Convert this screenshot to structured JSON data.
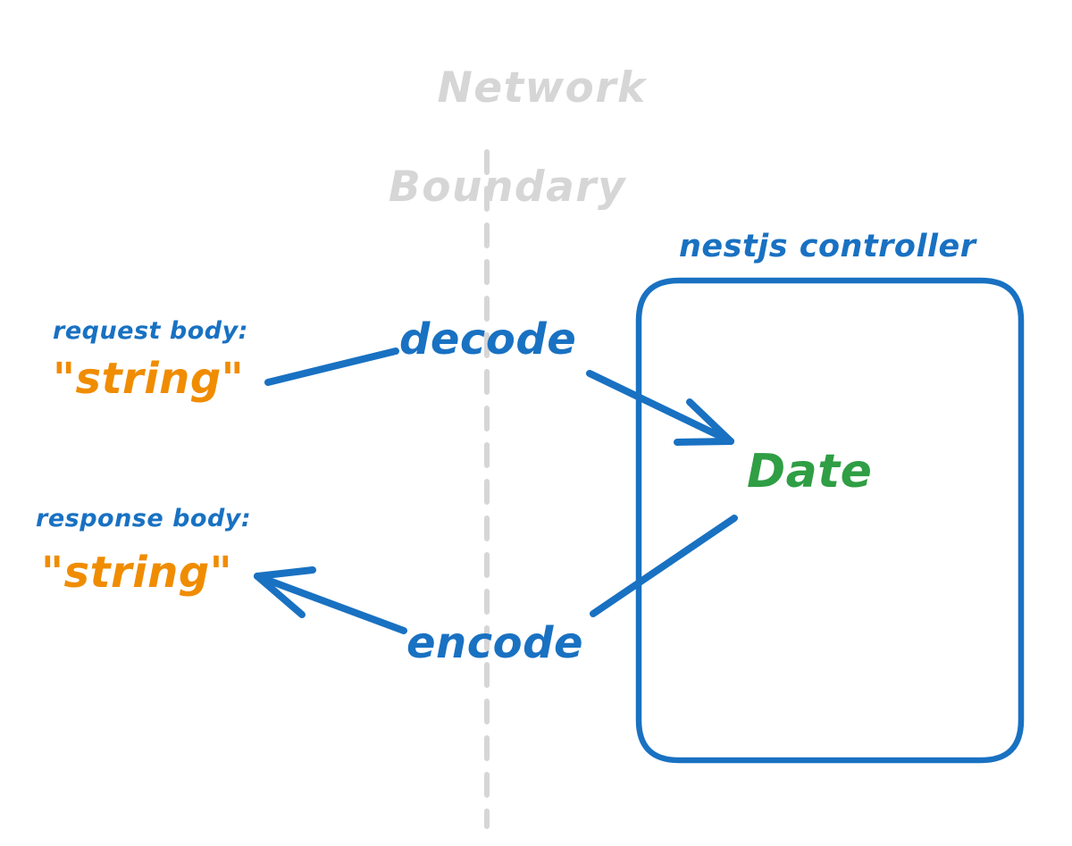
{
  "diagram": {
    "title": "Network Boundary",
    "title_lines": [
      "Network",
      "Boundary"
    ],
    "colors": {
      "blue": "#1971c2",
      "orange": "#f08c00",
      "green": "#2f9e44",
      "gray": "#d6d6d6",
      "background": "#ffffff"
    },
    "boundary": {
      "label_line1": "Network",
      "label_line2": "Boundary",
      "divider_style": "dashed-vertical",
      "divider_color": "#d6d6d6"
    },
    "client_side": {
      "request": {
        "label": "request body:",
        "value": "\"string\"",
        "value_type": "string",
        "label_color": "#1971c2",
        "value_color": "#f08c00"
      },
      "response": {
        "label": "response body:",
        "value": "\"string\"",
        "value_type": "string",
        "label_color": "#1971c2",
        "value_color": "#f08c00"
      }
    },
    "transforms": [
      {
        "name": "decode",
        "label": "decode",
        "direction": "inbound",
        "from": "\"string\"",
        "to": "Date",
        "color": "#1971c2"
      },
      {
        "name": "encode",
        "label": "encode",
        "direction": "outbound",
        "from": "Date",
        "to": "\"string\"",
        "color": "#1971c2"
      }
    ],
    "server_side": {
      "box_title": "nestjs controller",
      "box_title_color": "#1971c2",
      "inner_type": "Date",
      "inner_type_color": "#2f9e44",
      "box_border_color": "#1971c2"
    }
  }
}
